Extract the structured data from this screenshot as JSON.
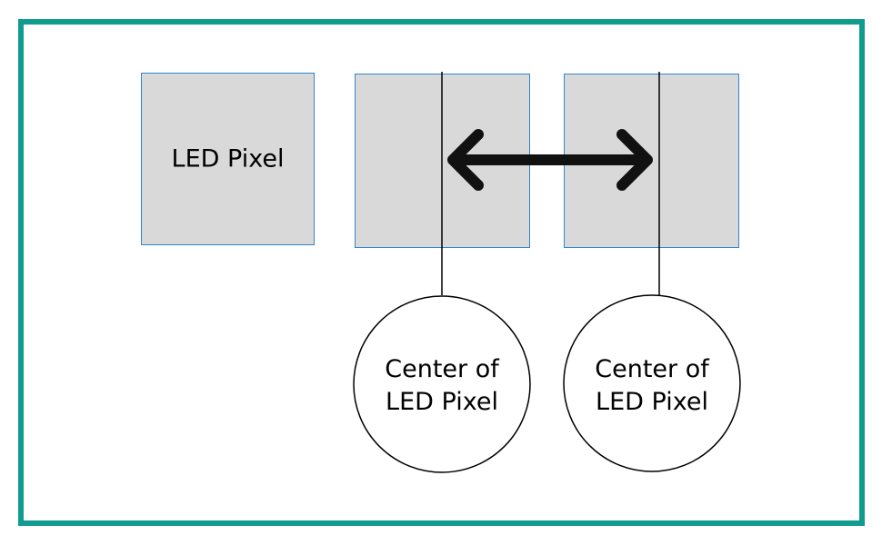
{
  "diagram": {
    "frame_color": "#0f9b8e",
    "pixel_fill": "#d9d9d9",
    "pixel_border": "#2e86d0",
    "pixels": [
      {
        "label": "LED Pixel"
      },
      {
        "label": ""
      },
      {
        "label": ""
      }
    ],
    "circles": [
      {
        "line1": "Center of",
        "line2": "LED Pixel"
      },
      {
        "line1": "Center of",
        "line2": "LED Pixel"
      }
    ],
    "arrow": {
      "type": "double-headed",
      "meaning": "pixel pitch"
    }
  }
}
